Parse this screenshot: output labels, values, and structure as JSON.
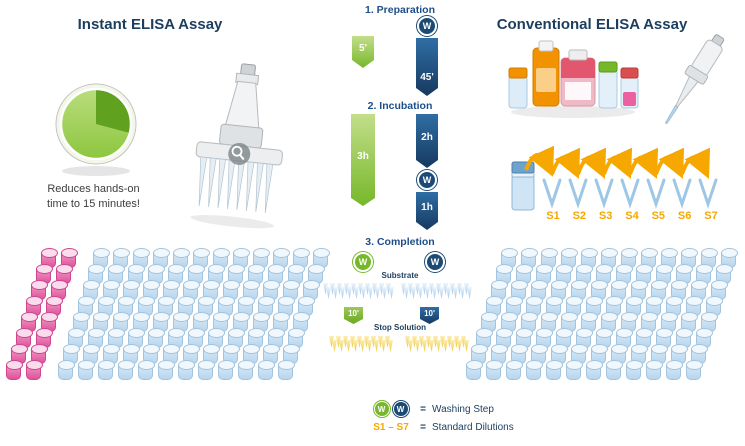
{
  "left": {
    "title": "Instant ELISA Assay",
    "note1": "Reduces hands-on",
    "note2": "time to 15 minutes!"
  },
  "middle": {
    "step1_title": "1. Preparation",
    "prep_green": "5'",
    "prep_w": "W",
    "prep_blue": "45'",
    "step2_title": "2. Incubation",
    "incub_green": "3h",
    "incub_blue1": "2h",
    "incub_w": "W",
    "incub_blue2": "1h",
    "step3_title": "3. Completion",
    "comp_w_green": "W",
    "comp_w_blue": "W",
    "substrate": "Substrate",
    "comp_green_time": "10'",
    "comp_blue_time": "10'",
    "stop": "Stop Solution"
  },
  "right": {
    "title": "Conventional ELISA Assay",
    "dilutions": [
      "S1",
      "S2",
      "S3",
      "S4",
      "S5",
      "S6",
      "S7"
    ]
  },
  "legend": {
    "w_green": "W",
    "w_blue": "W",
    "eq": "=",
    "washing": "Washing Step",
    "s_range": "S1 – S7",
    "dilutions": "Standard Dilutions"
  },
  "colors": {
    "green": "#8dc63f",
    "dark_green": "#60a120",
    "navy": "#1c4a74",
    "dark_navy": "#1c3e5e",
    "orange": "#f6a800",
    "light_blue": "#cfe4f5",
    "pink": "#e75fa6"
  }
}
